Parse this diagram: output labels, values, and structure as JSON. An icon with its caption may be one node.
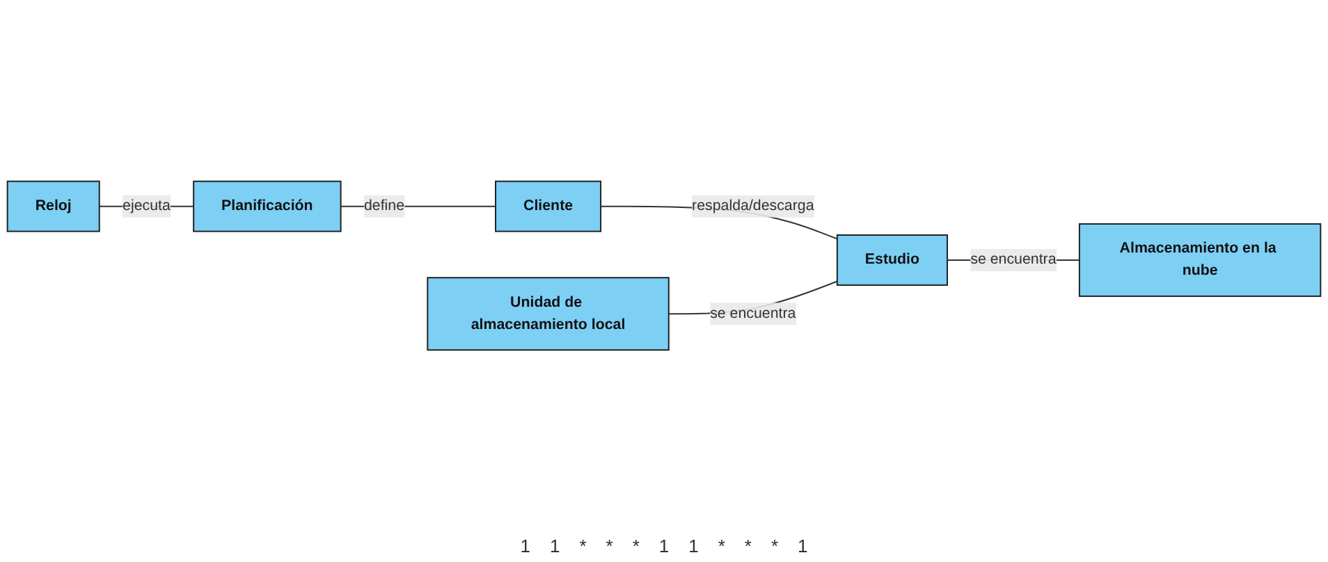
{
  "diagram": {
    "nodes": [
      {
        "text": [
          "Reloj"
        ]
      },
      {
        "text": [
          "Unidad de almacenamiento local"
        ]
      },
      {
        "text": [
          "Planificación"
        ]
      },
      {
        "text": [
          "Cliente"
        ]
      },
      {
        "text": [
          "Estudio"
        ]
      },
      {
        "text": [
          "Almacenamiento en la nube"
        ]
      }
    ],
    "edges": [
      {
        "from": 0,
        "to": 2,
        "arrow": "none",
        "label": "ejecuta"
      },
      {
        "from": 2,
        "to": 3,
        "arrow": "none",
        "label": "define"
      },
      {
        "from": 3,
        "to": 4,
        "arrow": "none",
        "label": "respalda/descarga"
      },
      {
        "from": 1,
        "to": 4,
        "arrow": "none",
        "label": "se encuentra"
      },
      {
        "from": 4,
        "to": 5,
        "arrow": "none",
        "label": "se encuentra"
      }
    ],
    "labels": [
      "1",
      "1",
      "*",
      "*",
      "*",
      "1",
      "1",
      "*",
      "*",
      "*",
      "1"
    ]
  }
}
